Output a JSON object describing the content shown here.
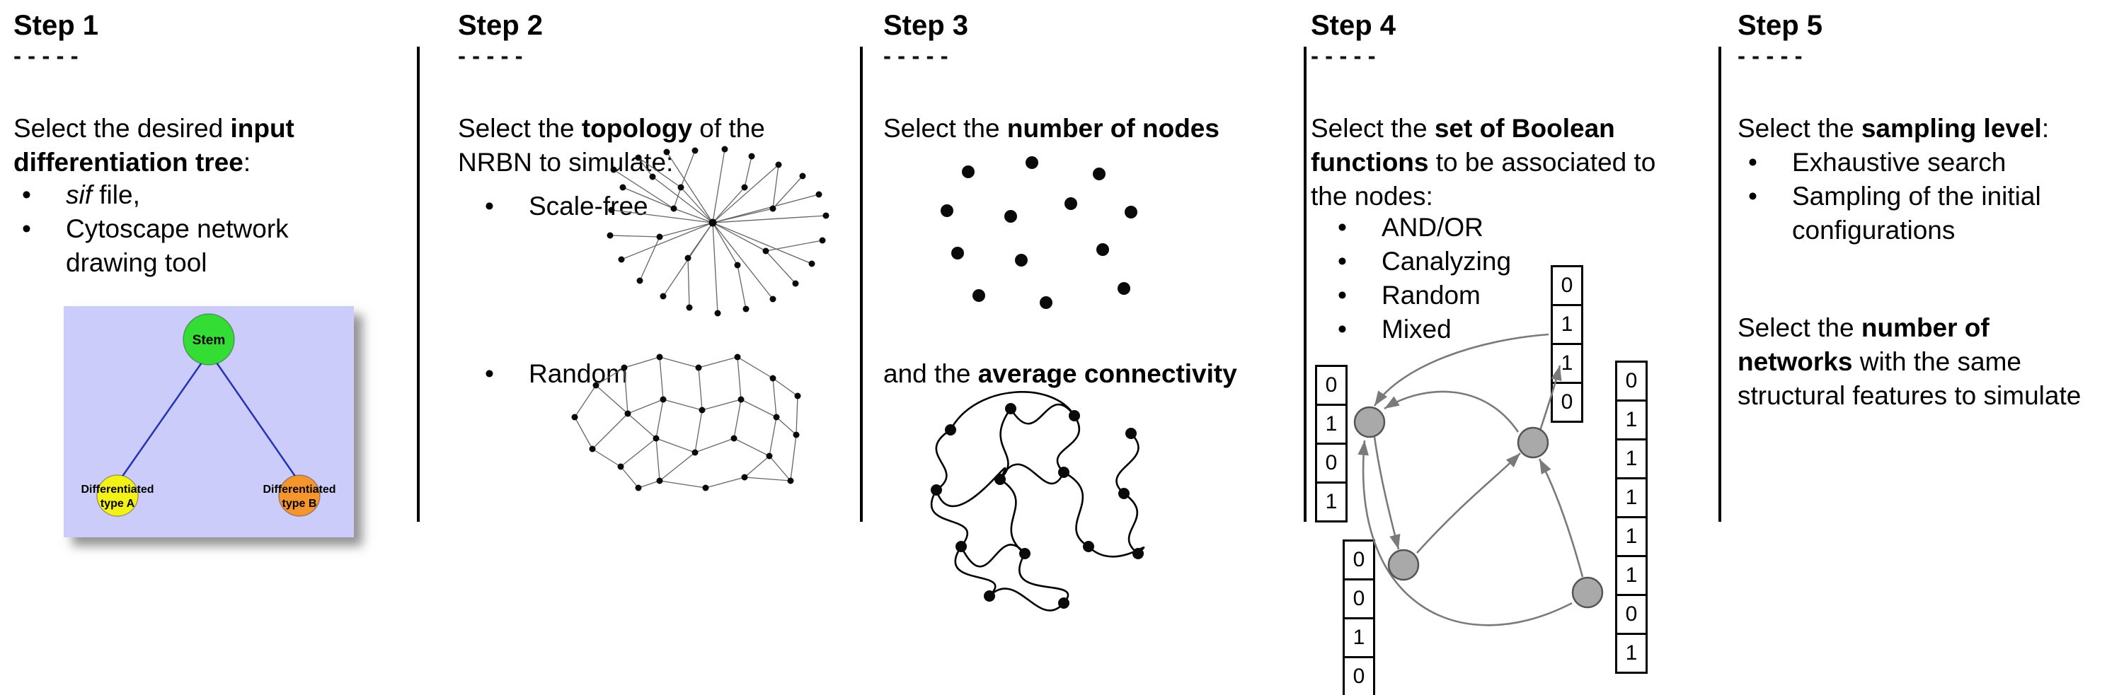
{
  "bullet_char": "•",
  "steps": [
    {
      "title": "Step 1",
      "dashes": "- - - - -",
      "intro": {
        "l1_pre": "Select the desired ",
        "l1_bold": "input",
        "l2_bold": "differentiation tree",
        "l2_post": ":"
      },
      "bullets": [
        {
          "italic": "sif",
          "text": " file,"
        },
        {
          "text": "Cytoscape network drawing tool"
        }
      ],
      "figure": {
        "background": "#ccccfa",
        "stem_label": "Stem",
        "stem_color": "#33dd33",
        "node_a_line1": "Differentiated",
        "node_a_line2": "type A",
        "node_a_color": "#f2f215",
        "node_b_line1": "Differentiated",
        "node_b_line2": "type B",
        "node_b_color": "#f5962c"
      }
    },
    {
      "title": "Step 2",
      "dashes": "- - - - -",
      "intro": {
        "l1_pre": "Select the ",
        "l1_bold": "topology",
        "l1_post": " of the",
        "l2": "NRBN to simulate:"
      },
      "bullets": [
        {
          "text": "Scale-free"
        },
        {
          "text": "Random"
        }
      ]
    },
    {
      "title": "Step 3",
      "dashes": "- - - - -",
      "intro": {
        "pre": "Select the ",
        "bold": "number of nodes"
      },
      "second": {
        "pre": "and the ",
        "bold": "average connectivity"
      }
    },
    {
      "title": "Step 4",
      "dashes": "- - - - -",
      "intro": {
        "l1_pre": "Select the ",
        "l1_bold": "set of Boolean",
        "l2_bold": "functions",
        "l2_post": " to be associated to",
        "l3": "the nodes:"
      },
      "bullets": [
        {
          "text": "AND/OR"
        },
        {
          "text": "Canalyzing"
        },
        {
          "text": "Random"
        },
        {
          "text": "Mixed"
        }
      ],
      "figure": {
        "left_column": [
          "0",
          "1",
          "0",
          "1"
        ],
        "top_column": [
          "0",
          "1",
          "1",
          "0"
        ],
        "bottom_left_column": [
          "0",
          "0",
          "1",
          "0"
        ],
        "right_column": [
          "0",
          "1",
          "1",
          "1",
          "1",
          "1",
          "0",
          "1"
        ]
      }
    },
    {
      "title": "Step 5",
      "dashes": "- - - - -",
      "intro": {
        "pre": "Select the ",
        "bold": "sampling level",
        "post": ":"
      },
      "bullets": [
        {
          "text": "Exhaustive search"
        },
        {
          "text": "Sampling of the initial configurations"
        }
      ],
      "second": {
        "l1_pre": "Select the ",
        "l1_bold": "number of",
        "l2_bold": "networks",
        "l2_post": " with the same",
        "l3": "structural features to simulate"
      }
    }
  ]
}
